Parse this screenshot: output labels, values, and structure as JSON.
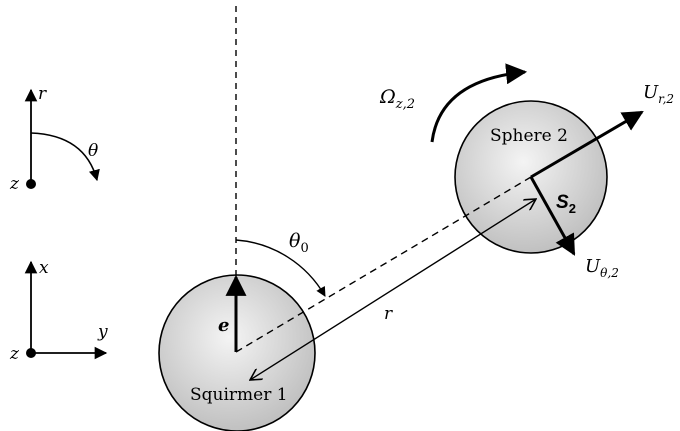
{
  "colors": {
    "ink": "#000000",
    "sphere_fill_center": "#f2f2f2",
    "sphere_fill_edge": "#bdbdbd"
  },
  "labels": {
    "theta_small_axis": "θ",
    "r_axis": "r",
    "z_top": "z",
    "z_bottom": "z",
    "x_axis": "x",
    "y_axis": "y",
    "theta0_base": "θ",
    "theta0_sub": "0",
    "e_vector": "e",
    "r_distance": "r",
    "squirmer": "Squirmer 1",
    "sphere": "Sphere 2",
    "s_base": "S",
    "s_sub": "2",
    "omega_base": "Ω",
    "omega_sub": "z,2",
    "ur_base": "U",
    "ur_sub": "r,2",
    "ut_base": "U",
    "ut_sub": "θ,2"
  },
  "icons": {
    "out_of_plane_dot_top": "dot-icon",
    "out_of_plane_dot_bottom": "dot-icon"
  }
}
